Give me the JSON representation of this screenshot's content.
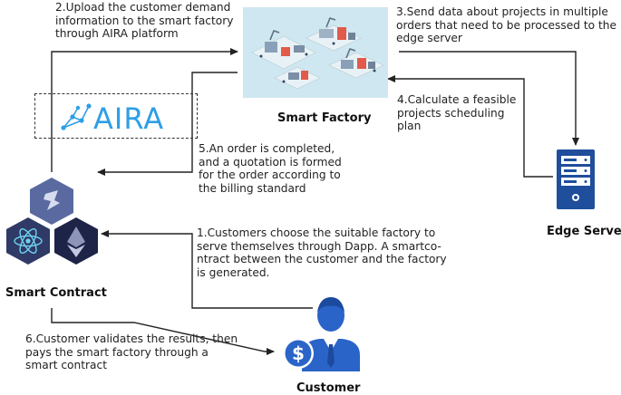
{
  "nodes": {
    "smart_factory": "Smart Factory",
    "edge_server": "Edge Server",
    "smart_contract": "Smart Contract",
    "customer": "Customer"
  },
  "logo": {
    "aira": "AIRA"
  },
  "steps": {
    "step1": "1.Customers choose the suitable factory to\nserve themselves through Dapp. A smartco-\nntract between the customer and the factory\nis generated.",
    "step2": "2.Upload the customer demand\ninformation to the smart factory\nthrough AIRA platform",
    "step3": "3.Send data about projects in multiple\norders that need to be processed to the\nedge server",
    "step4": "4.Calculate a feasible\nprojects scheduling\nplan",
    "step5": "5.An order is completed,\nand  a quotation is formed\nfor the order according to\nthe billing standard",
    "step6": "6.Customer validates the results, then\npays the smart factory through a\nsmart contract"
  },
  "colors": {
    "arrow": "#222222",
    "factory_bg": "#cfe7f0",
    "server": "#1f4e9c",
    "customer": "#2a64c8",
    "aira": "#2e9fe6",
    "hex_top": "#5a6aa0",
    "hex_left": "#2f3a66",
    "hex_right": "#1d2448"
  }
}
